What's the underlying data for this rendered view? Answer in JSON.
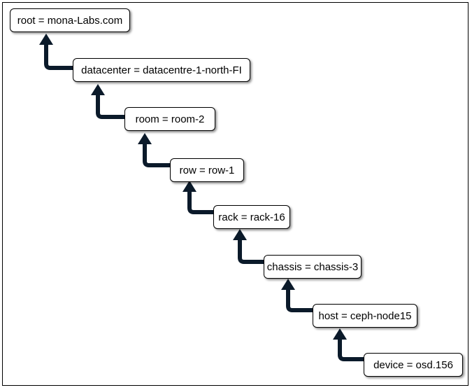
{
  "nodes": [
    {
      "id": "root",
      "label": "root = mona-Labs.com"
    },
    {
      "id": "datacenter",
      "label": "datacenter = datacentre-1-north-FI"
    },
    {
      "id": "room",
      "label": "room = room-2"
    },
    {
      "id": "row",
      "label": "row = row-1"
    },
    {
      "id": "rack",
      "label": "rack = rack-16"
    },
    {
      "id": "chassis",
      "label": "chassis = chassis-3"
    },
    {
      "id": "host",
      "label": "host = ceph-node15"
    },
    {
      "id": "device",
      "label": "device = osd.156"
    }
  ],
  "edges": [
    {
      "from": "datacenter",
      "to": "root"
    },
    {
      "from": "room",
      "to": "datacenter"
    },
    {
      "from": "row",
      "to": "room"
    },
    {
      "from": "rack",
      "to": "row"
    },
    {
      "from": "chassis",
      "to": "rack"
    },
    {
      "from": "host",
      "to": "chassis"
    },
    {
      "from": "device",
      "to": "host"
    }
  ]
}
